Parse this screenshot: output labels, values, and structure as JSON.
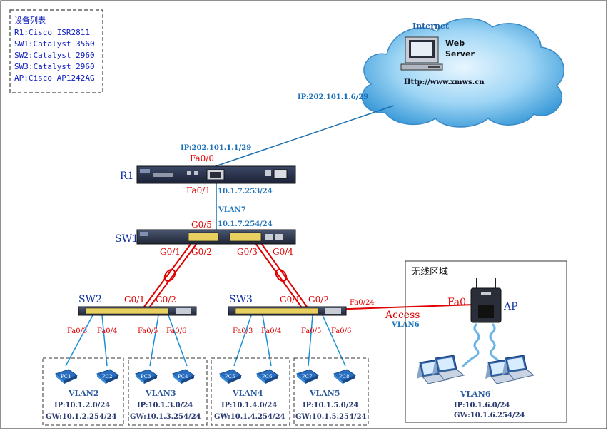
{
  "legend": {
    "title": "设备列表",
    "lines": [
      "R1:Cisco ISR2811",
      "SW1:Catalyst 3560",
      "SW2:Catalyst 2960",
      "SW3:Catalyst 2960",
      "AP:Cisco AP1242AG"
    ]
  },
  "internet": {
    "label": "Internet",
    "server_line1": "Web",
    "server_line2": "Server",
    "url": "Http://www.xmws.cn",
    "ip": "IP:202.101.1.6/29"
  },
  "r1": {
    "name": "R1",
    "wan_ip": "IP:202.101.1.1/29",
    "fa00": "Fa0/0",
    "fa01": "Fa0/1",
    "lan_ip": "10.1.7.253/24"
  },
  "sw1": {
    "name": "SW1",
    "vlan": "VLAN7",
    "g05": "G0/5",
    "ip": "10.1.7.254/24",
    "g01": "G0/1",
    "g02": "G0/2",
    "g03": "G0/3",
    "g04": "G0/4"
  },
  "sw2": {
    "name": "SW2",
    "g01": "G0/1",
    "g02": "G0/2",
    "fa03": "Fa0/3",
    "fa04": "Fa0/4",
    "fa05": "Fa0/5",
    "fa06": "Fa0/6"
  },
  "sw3": {
    "name": "SW3",
    "g01": "G0/1",
    "g02": "G0/2",
    "fa03": "Fa0/3",
    "fa04": "Fa0/4",
    "fa05": "Fa0/5",
    "fa06": "Fa0/6",
    "fa024": "Fa0/24"
  },
  "access_link": {
    "mode": "Access",
    "vlan": "VLAN6"
  },
  "wireless": {
    "title": "无线区域",
    "ap_name": "AP",
    "ap_port": "Fa0",
    "vlan": "VLAN6",
    "ip": "IP:10.1.6.0/24",
    "gw": "GW:10.1.6.254/24"
  },
  "vlans": [
    {
      "name": "VLAN2",
      "ip": "IP:10.1.2.0/24",
      "gw": "GW:10.1.2.254/24",
      "pcs": [
        "PC1",
        "PC2"
      ]
    },
    {
      "name": "VLAN3",
      "ip": "IP:10.1.3.0/24",
      "gw": "GW:10.1.3.254/24",
      "pcs": [
        "PC3",
        "PC4"
      ]
    },
    {
      "name": "VLAN4",
      "ip": "IP:10.1.4.0/24",
      "gw": "GW:10.1.4.254/24",
      "pcs": [
        "PC5",
        "PC6"
      ]
    },
    {
      "name": "VLAN5",
      "ip": "IP:10.1.5.0/24",
      "gw": "GW:10.1.5.254/24",
      "pcs": [
        "PC7",
        "PC8"
      ]
    }
  ]
}
